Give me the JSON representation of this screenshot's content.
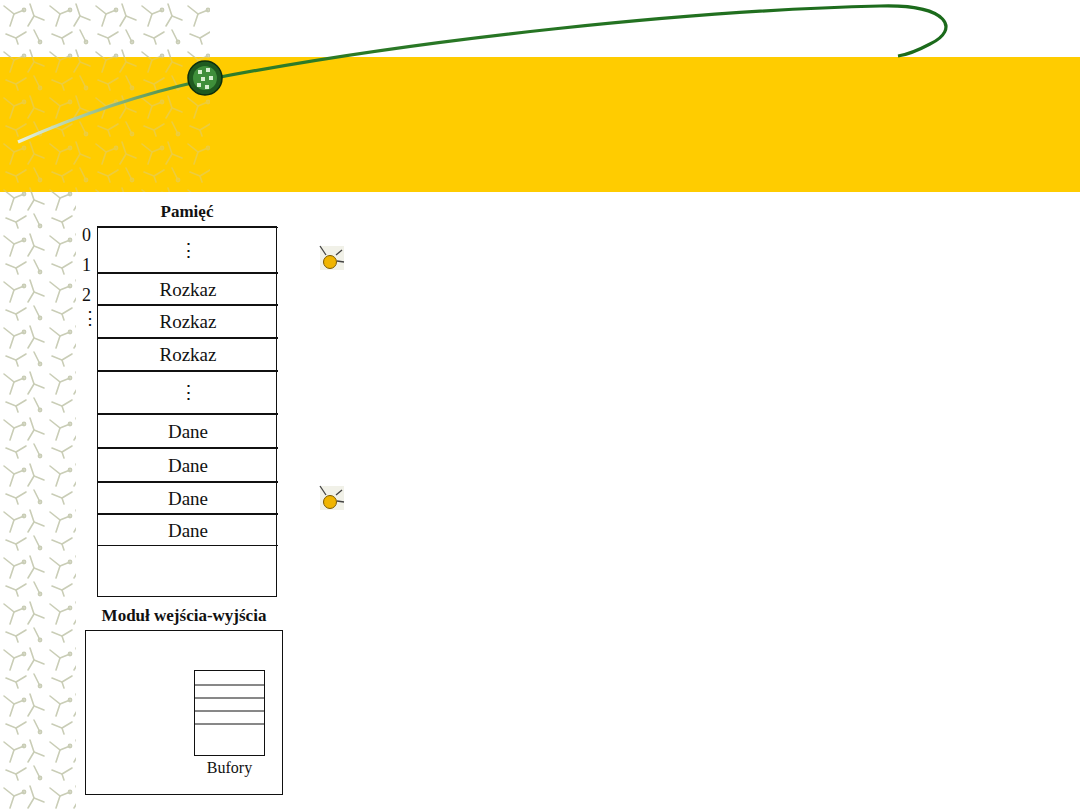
{
  "diagram": {
    "nodes": [
      {
        "text": [
          "Pamięć"
        ]
      },
      {
        "text": [
          "⋮"
        ],
        "in": 0
      },
      {
        "text": [
          "Rozkaz"
        ],
        "in": 0
      },
      {
        "text": [
          "Rozkaz"
        ],
        "in": 0
      },
      {
        "text": [
          "Rozkaz"
        ],
        "in": 0
      },
      {
        "text": [
          "⋮"
        ],
        "in": 0
      },
      {
        "text": [
          "Dane"
        ],
        "in": 0
      },
      {
        "text": [
          "Dane"
        ],
        "in": 0
      },
      {
        "text": [
          "Dane"
        ],
        "in": 0
      },
      {
        "text": [
          "Dane"
        ],
        "in": 0
      },
      {
        "text": [
          "Moduł wejścia-wyjścia"
        ]
      },
      {
        "text": [
          "Bufory"
        ],
        "in": 10
      }
    ],
    "labels": [
      "0",
      "1",
      "2",
      "⋮"
    ]
  }
}
